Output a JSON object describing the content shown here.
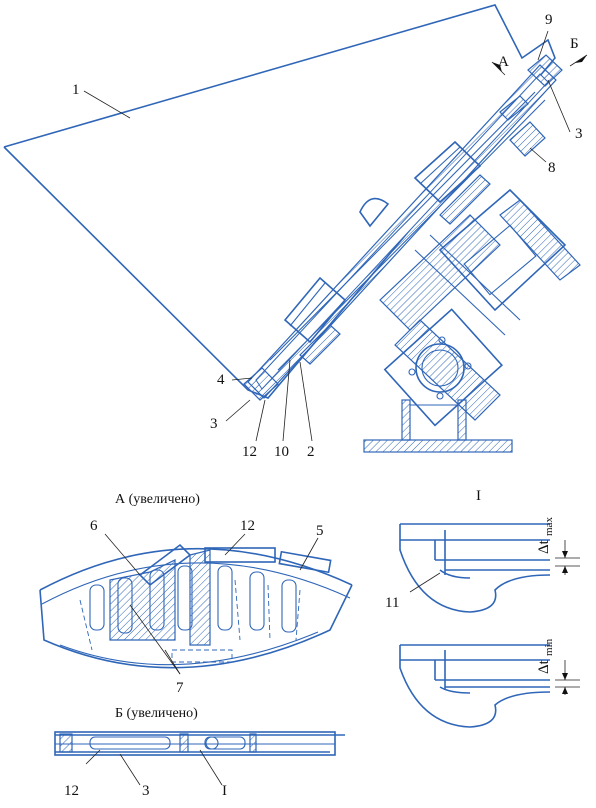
{
  "labels": {
    "n1": "1",
    "n2": "2",
    "n3a": "3",
    "n3b": "3",
    "n4": "4",
    "n5": "5",
    "n6": "6",
    "n7": "7",
    "n8": "8",
    "n9": "9",
    "n10": "10",
    "n11": "11",
    "n12a": "12",
    "n12b": "12",
    "n12c": "12",
    "n3c": "3",
    "arrowA": "А",
    "arrowB": "Б",
    "detailI": "I",
    "detailI_small": "I"
  },
  "captions": {
    "viewA": "А (увеличено)",
    "viewB": "Б (увеличено)"
  },
  "dims": {
    "dt_max": "Δt",
    "dt_max_sub": "max",
    "dt_min": "Δt",
    "dt_min_sub": "min"
  },
  "colors": {
    "line": "#2f66b8",
    "text": "#111111"
  }
}
